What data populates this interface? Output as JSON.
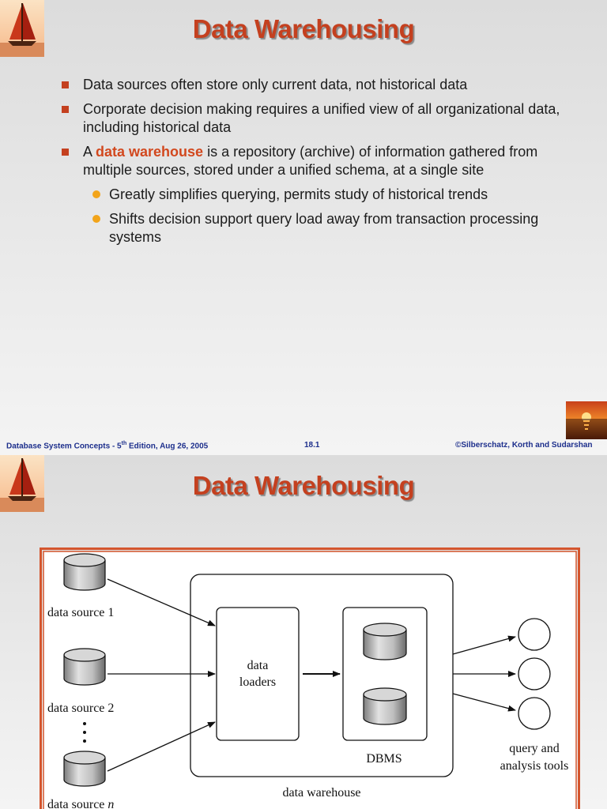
{
  "slide1": {
    "title": "Data Warehousing",
    "bullets": [
      {
        "text": "Data sources often store only current data, not historical data"
      },
      {
        "text": "Corporate decision making requires a unified view of all organizational data, including historical data"
      },
      {
        "prefix": "A ",
        "highlight": "data warehouse",
        "suffix": " is a repository (archive) of information gathered from multiple sources, stored under a unified schema, at a single site",
        "sub": [
          "Greatly simplifies querying, permits study of historical trends",
          "Shifts decision support query load away from transaction processing systems"
        ]
      }
    ],
    "footer": {
      "left_a": "Database System Concepts - 5",
      "left_sup": "th",
      "left_b": " Edition, Aug 26, 2005",
      "center": "18.1",
      "right": "©Silberschatz, Korth and Sudarshan"
    }
  },
  "slide2": {
    "title": "Data Warehousing",
    "diagram": {
      "source1": "data source 1",
      "source2": "data source 2",
      "sourcen_prefix": "data source ",
      "sourcen_var": "n",
      "loaders_line1": "data",
      "loaders_line2": "loaders",
      "dbms": "DBMS",
      "warehouse": "data warehouse",
      "tools_line1": "query and",
      "tools_line2": "analysis tools"
    }
  },
  "colors": {
    "title": "#c4401f",
    "bullet_square": "#c4401f",
    "bullet_dot": "#f2a41a",
    "footer": "#1d2f8c",
    "figure_border": "#d4552d"
  },
  "icons": [
    "sailboat-logo",
    "sunset-image"
  ]
}
